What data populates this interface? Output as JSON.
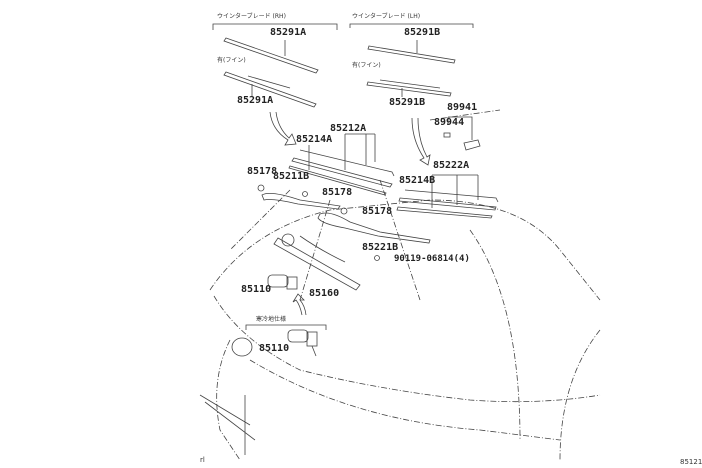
{
  "groups": {
    "rh_title": "ウインターブレード (RH)",
    "lh_title": "ウインターブレード (LH)",
    "rh_variant": "有(フイン)",
    "lh_variant": "有(フイン)",
    "cold_region": "寒冷地仕様"
  },
  "parts": {
    "p85291A_1": "85291A",
    "p85291A_2": "85291A",
    "p85291B_1": "85291B",
    "p85291B_2": "85291B",
    "p89941": "89941",
    "p89944": "89944",
    "p85212A": "85212A",
    "p85214A": "85214A",
    "p85178_1": "85178",
    "p85211B": "85211B",
    "p85178_2": "85178",
    "p85178_3": "85178",
    "p85221B": "85221B",
    "p90119": "90119-06814(4)",
    "p85222A": "85222A",
    "p85214B": "85214B",
    "p85110_1": "85110",
    "p85160": "85160",
    "p85110_2": "85110"
  },
  "footer": {
    "page_code": "85121",
    "corner_mark": "rl"
  }
}
